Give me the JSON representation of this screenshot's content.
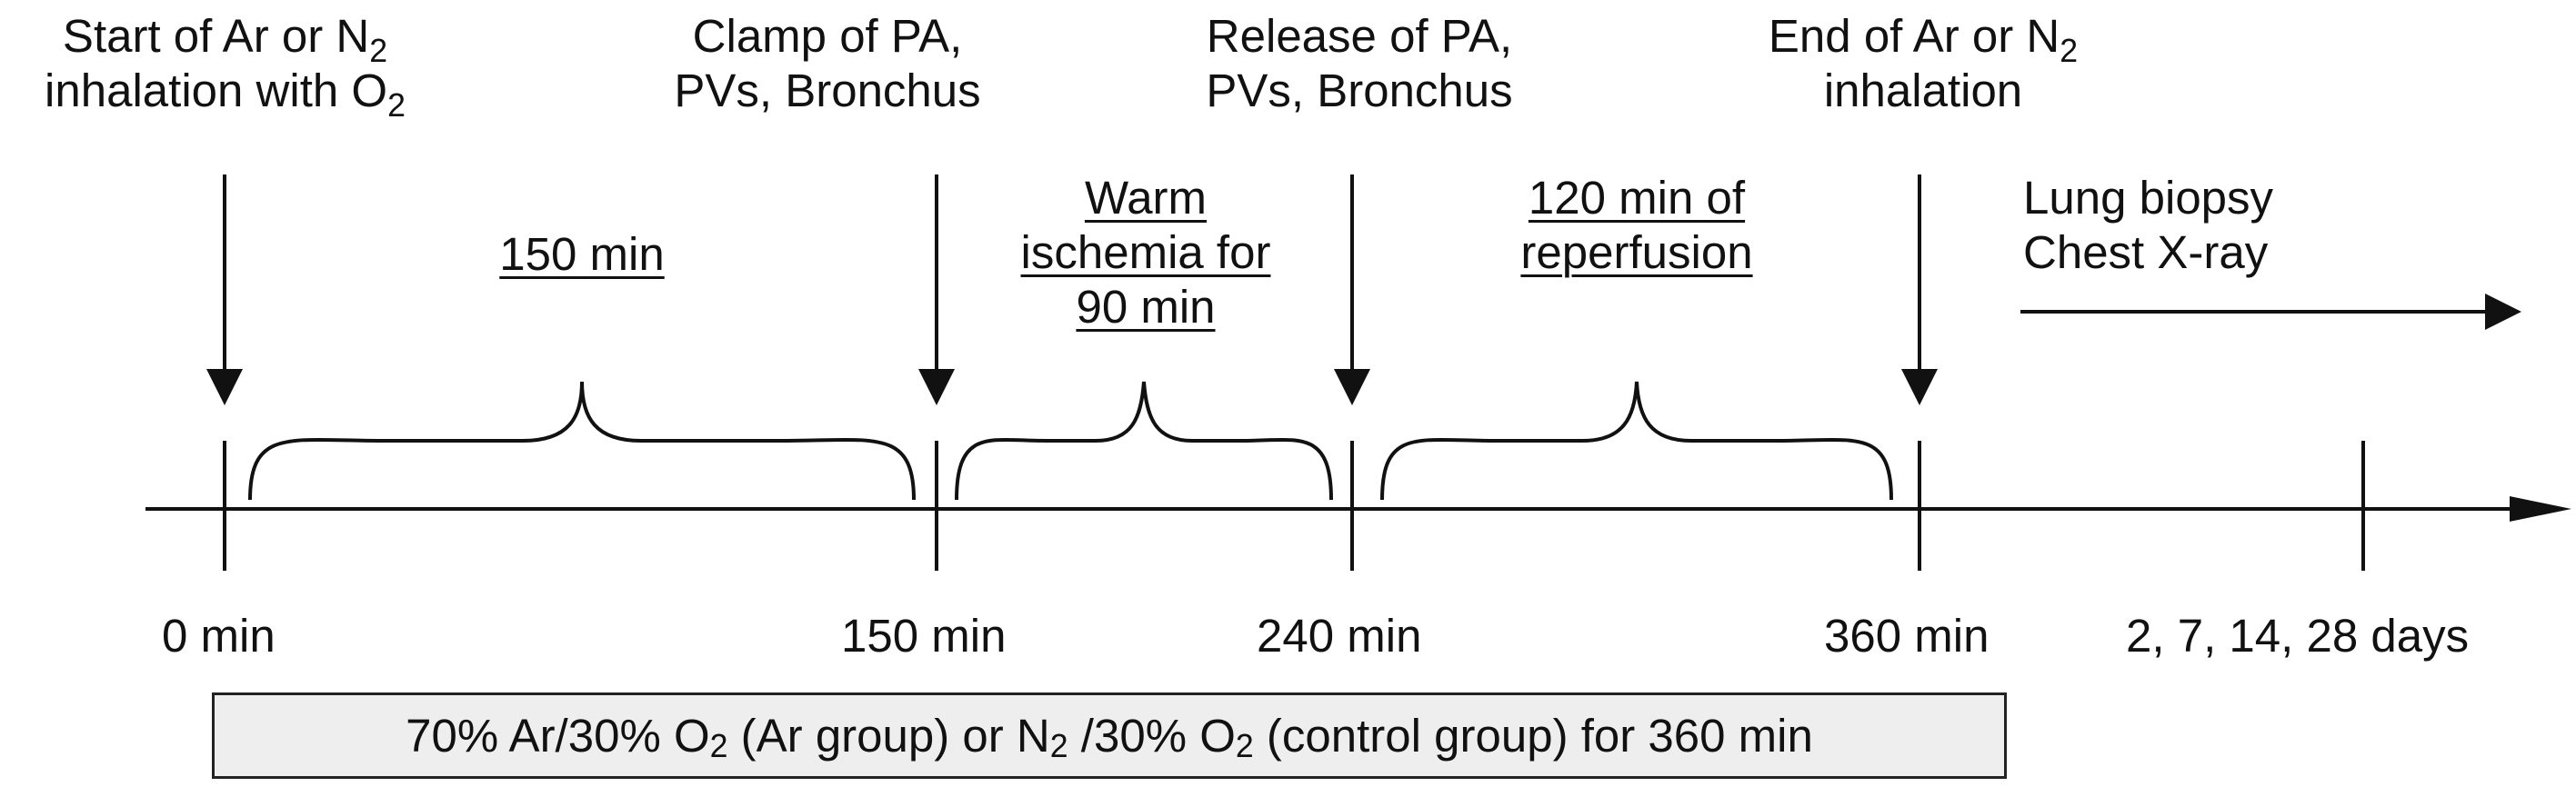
{
  "events": {
    "start": {
      "line1": "Start of Ar or N",
      "line1_sub": "2",
      "line2": "inhalation with O",
      "line2_sub": "2"
    },
    "clamp": {
      "line1": "Clamp of PA,",
      "line2": "PVs, Bronchus"
    },
    "release": {
      "line1": "Release of PA,",
      "line2": "PVs, Bronchus"
    },
    "end": {
      "line1": "End of Ar or N",
      "line1_sub": "2",
      "line2": "inhalation"
    }
  },
  "followup": {
    "line1": "Lung biopsy",
    "line2": "Chest X-ray"
  },
  "periods": {
    "p1": {
      "line1": "150 min"
    },
    "p2": {
      "line1": "Warm",
      "line2": "ischemia for",
      "line3": "90 min"
    },
    "p3": {
      "line1": "120 min of",
      "line2": "reperfusion"
    }
  },
  "ticks": [
    "0 min",
    "150 min",
    "240 min",
    "360 min",
    "2, 7, 14, 28 days"
  ],
  "gas_box": {
    "t1": "70% Ar/30% O",
    "s1": "2",
    "t2": " (Ar group) or N",
    "s2": "2",
    "t3": " /30% O",
    "s3": "2",
    "t4": " (control group) for 360 min"
  },
  "colors": {
    "line": "#111111",
    "box_fill": "#eeeeee"
  }
}
